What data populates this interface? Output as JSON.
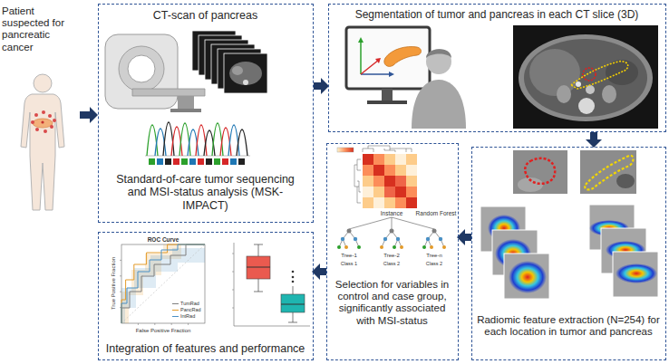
{
  "diagram": {
    "nodes": [
      {
        "text": [
          "Patient suspected for pancreatic cancer"
        ]
      },
      {
        "text": [
          "CT-scan of pancreas",
          "Standard-of-care tumor sequencing and MSI-status analysis (MSK-IMPACT)"
        ]
      },
      {
        "text": [
          "Segmentation of tumor and pancreas in each CT slice (3D)"
        ]
      },
      {
        "text": [
          "Radiomic feature extraction (N=254) for each location in tumor and pancreas"
        ]
      },
      {
        "text": [
          "Selection for variables in control and case group, significantly associated with MSI-status"
        ]
      },
      {
        "text": [
          "Integration of features and performance"
        ]
      }
    ],
    "edges": [
      {
        "from": 0,
        "to": 1,
        "arrow": "to"
      },
      {
        "from": 1,
        "to": 2,
        "arrow": "to"
      },
      {
        "from": 2,
        "to": 3,
        "arrow": "to"
      },
      {
        "from": 3,
        "to": 4,
        "arrow": "to"
      },
      {
        "from": 4,
        "to": 5,
        "arrow": "to"
      }
    ],
    "labels": [
      "ROC Curve",
      "True Positive Fraction",
      "False Positive Fraction",
      "Instance",
      "Random Forest",
      "Tree-1",
      "Tree-2",
      "Tree-n",
      "Class 1",
      "Class 2",
      "Class 2"
    ],
    "legend": [
      {
        "text": "TumRad"
      },
      {
        "text": "PancRad"
      },
      {
        "text": "IntRad"
      }
    ]
  }
}
